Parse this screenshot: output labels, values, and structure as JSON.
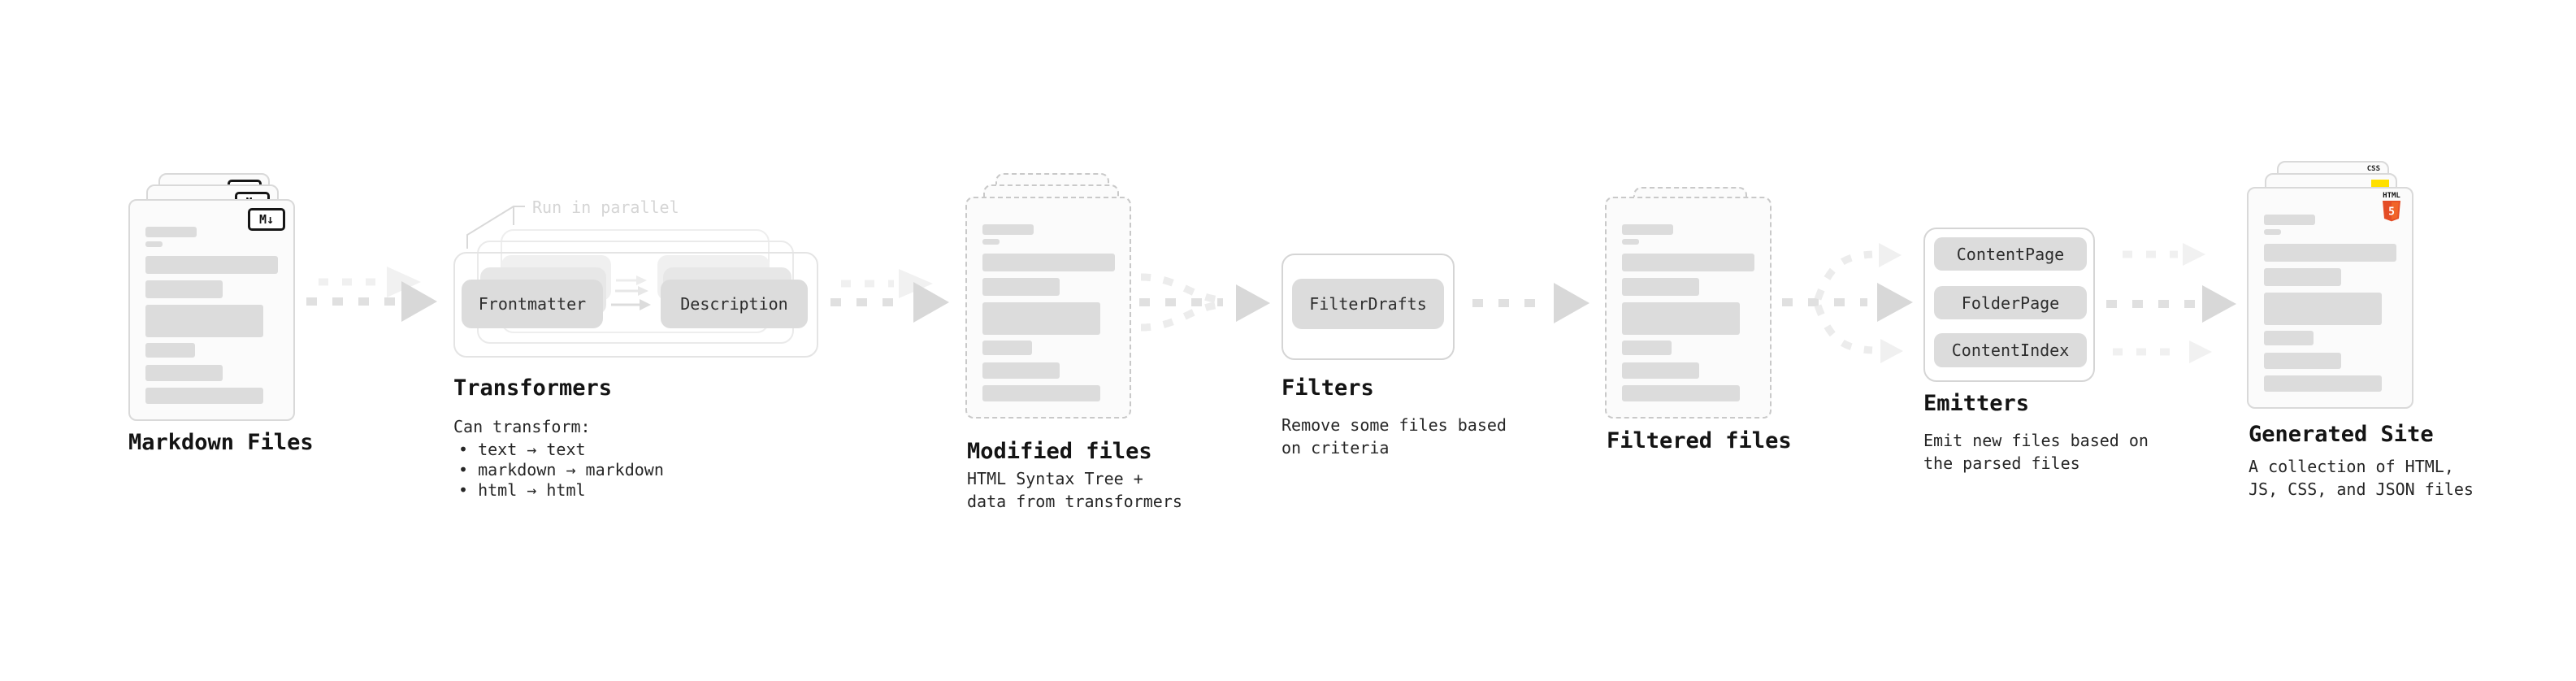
{
  "sections": {
    "markdown_files": {
      "label": "Markdown Files",
      "badge": "M↓"
    },
    "transformers": {
      "label": "Transformers",
      "callout": "Run in parallel",
      "buttons": [
        "Frontmatter",
        "Description"
      ],
      "note_title": "Can transform:",
      "bullets": [
        "text → text",
        "markdown → markdown",
        "html → html"
      ]
    },
    "modified_files": {
      "label": "Modified files",
      "description_lines": [
        "HTML Syntax Tree +",
        "data from transformers"
      ]
    },
    "filters": {
      "label": "Filters",
      "buttons": [
        "FilterDrafts"
      ],
      "description_lines": [
        "Remove some files based",
        "on criteria"
      ]
    },
    "filtered_files": {
      "label": "Filtered files"
    },
    "emitters": {
      "label": "Emitters",
      "buttons": [
        "ContentPage",
        "FolderPage",
        "ContentIndex"
      ],
      "description_lines": [
        "Emit new files based on",
        "the parsed files"
      ]
    },
    "generated_site": {
      "label": "Generated Site",
      "description_lines": [
        "A collection of HTML,",
        "JS, CSS, and JSON files"
      ],
      "badges": {
        "css": "CSS",
        "html": "HTML",
        "html_number": "5"
      }
    }
  },
  "colors": {
    "css_blue": "#2965f1",
    "js_yellow": "#ffe000",
    "html_orange": "#e44d26",
    "html_orange_light": "#f16529",
    "card_fill": "#fbfbfb",
    "card_border": "#d9d9d9",
    "bar_gray": "#dcdcdc",
    "arrow_gray": "#e0e0e0",
    "text_dark": "#141414",
    "text_light": "#d5d5d5"
  }
}
